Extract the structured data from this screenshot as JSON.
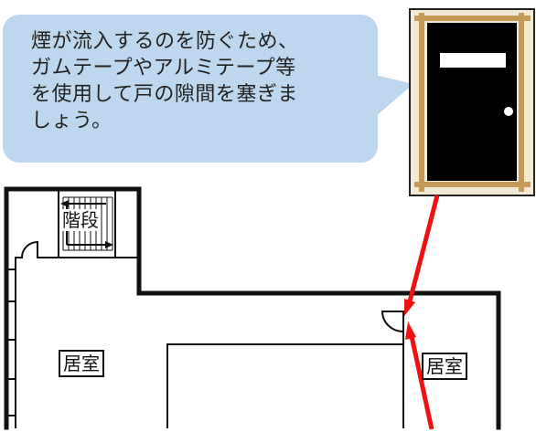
{
  "callout": {
    "lines": [
      "煙が流入するのを防ぐため、",
      "ガムテープやアルミテープ等",
      "を使用して戸の隙間を塞ぎま",
      "しょう。"
    ]
  },
  "floor_plan": {
    "stairs_label": "階段",
    "room_left_label": "居室",
    "room_right_label": "居室"
  },
  "colors": {
    "callout_fill": "#bcd7ee",
    "arrow": "#ee1111",
    "door_frame": "#c89a5a",
    "door_bg": "#f3ead6",
    "door": "#000000"
  }
}
